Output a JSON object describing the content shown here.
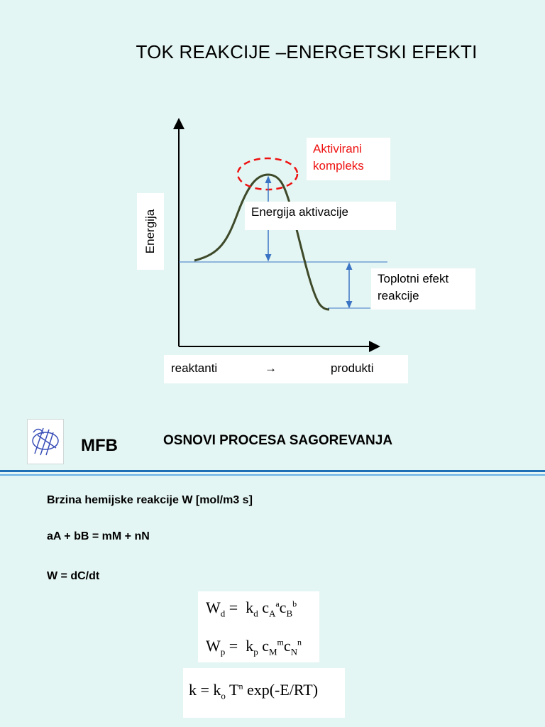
{
  "slide1": {
    "title": "TOK REAKCIJE –ENERGETSKI EFEKTI",
    "diagram": {
      "y_axis_label": "Energija",
      "x_left": "reaktanti",
      "x_arrow": "→",
      "x_right": "produkti",
      "activated_complex": [
        "Aktivirani",
        "kompleks"
      ],
      "activation_energy": "Energija aktivacije",
      "heat_effect": [
        "Toplotni efekt",
        "reakcije"
      ]
    }
  },
  "footer": {
    "logo_text": "MFB",
    "section_title": "OSNOVI PROCESA SAGOREVANJA"
  },
  "slide2": {
    "line1": "Brzina hemijske reakcije  W [mol/m3 s]",
    "line2": "aA + bB = mM + nN",
    "line3": "W = dC/dt",
    "formulas": {
      "wd": {
        "W": "W",
        "W_sub": "d",
        "eq": " =  ",
        "k": "k",
        "k_sub": "d",
        "c1": "c",
        "c1_sub": "A",
        "c1_sup": "a",
        "c2": "c",
        "c2_sub": "B",
        "c2_sup": "b"
      },
      "wp": {
        "W": "W",
        "W_sub": "p",
        "eq": " =  ",
        "k": "k",
        "k_sub": "p",
        "c1": "c",
        "c1_sub": "M",
        "c1_sup": "m",
        "c2": "c",
        "c2_sub": "N",
        "c2_sup": "n"
      },
      "k": {
        "lhs": "k = k",
        "lhs_sub": "o",
        "T": " T",
        "T_sup": "n",
        "rest": " exp(-E/RT)"
      }
    }
  },
  "colors": {
    "background": "#e4f6f3",
    "curve": "#3e4a2a",
    "arrow_blue": "#3b74c4",
    "red": "#ee1111",
    "divider": "#1f6fb5"
  }
}
